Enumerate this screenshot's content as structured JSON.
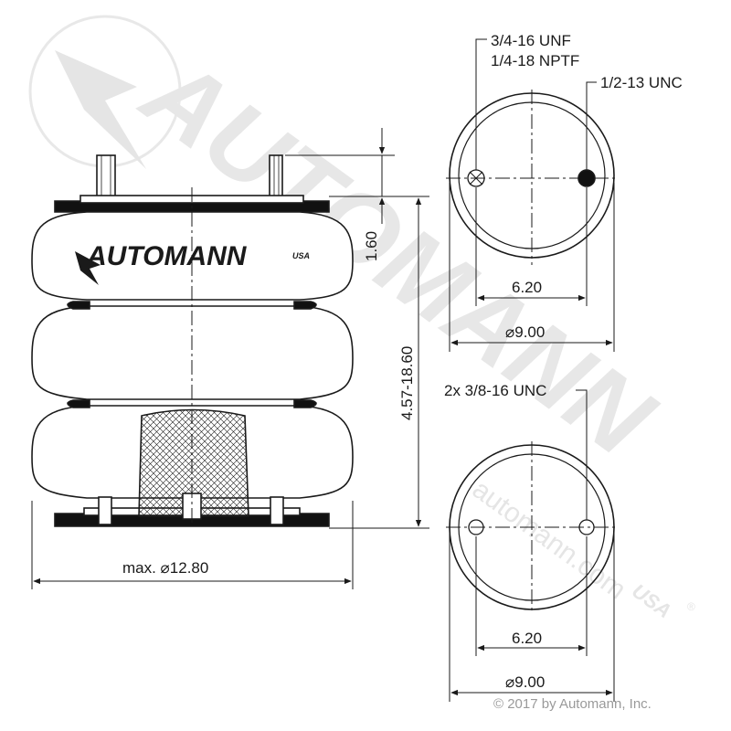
{
  "watermark": {
    "brand": "AUTOMANN",
    "website": "automann.com",
    "division": "USA"
  },
  "side_view": {
    "logo_text": "AUTOMANN",
    "logo_suffix": "USA",
    "height_label": "4.57-18.60",
    "stud_label": "1.60",
    "diameter_label": "max. ⌀12.80"
  },
  "top_plate": {
    "port_label_1": "3/4-16 UNF",
    "port_label_2": "1/4-18 NPTF",
    "stud_label": "1/2-13 UNC",
    "bolt_spacing": "6.20",
    "diameter": "⌀9.00"
  },
  "bottom_plate": {
    "thread_label": "2x 3/8-16 UNC",
    "bolt_spacing": "6.20",
    "diameter": "⌀9.00"
  },
  "copyright": "© 2017 by Automann, Inc.",
  "colors": {
    "line": "#1a1a1a",
    "watermark": "#cfcfcf",
    "piston_fill": "#ffffff",
    "plate_fill": "#111111"
  }
}
